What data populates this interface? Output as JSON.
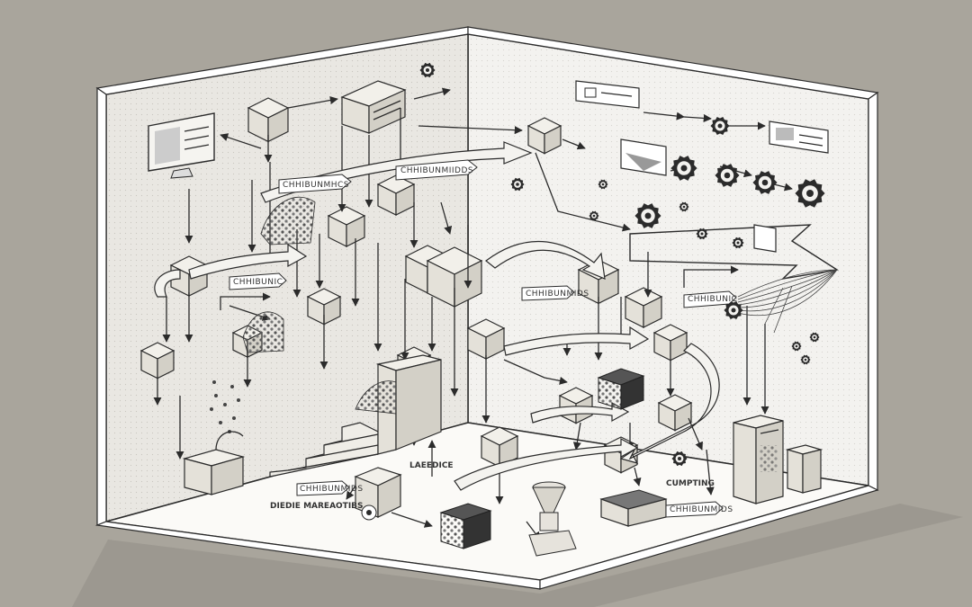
{
  "scene": {
    "colors": {
      "background": "#a9a59c",
      "wall_left": "#e9e7e2",
      "wall_back": "#f3f2ef",
      "floor": "#fbfaf7",
      "ink": "#2b2b2b"
    },
    "floor_labels": {
      "label_1": "LAEEDICE",
      "label_2": "DIEDIE MAREAOTIBS",
      "label_3": "CUMPTING"
    },
    "arrow_tag_texts": {
      "tag_1": "CHHIBUNMIIDDS",
      "tag_2": "CHHIBUNMHCS",
      "tag_3": "CHHIBUNIC",
      "tag_4": "CHHIBUNMIDS",
      "tag_5": "CHHIBUNIC",
      "tag_6": "CHHIBUNMIDS",
      "tag_7": "CHHIBUNMIDS"
    },
    "icons": [
      "monitor-icon",
      "server-icon",
      "gear-icon",
      "conveyor-icon",
      "stairs-icon",
      "funnel-machine-icon",
      "generator-icon",
      "tower-server-icon"
    ]
  }
}
